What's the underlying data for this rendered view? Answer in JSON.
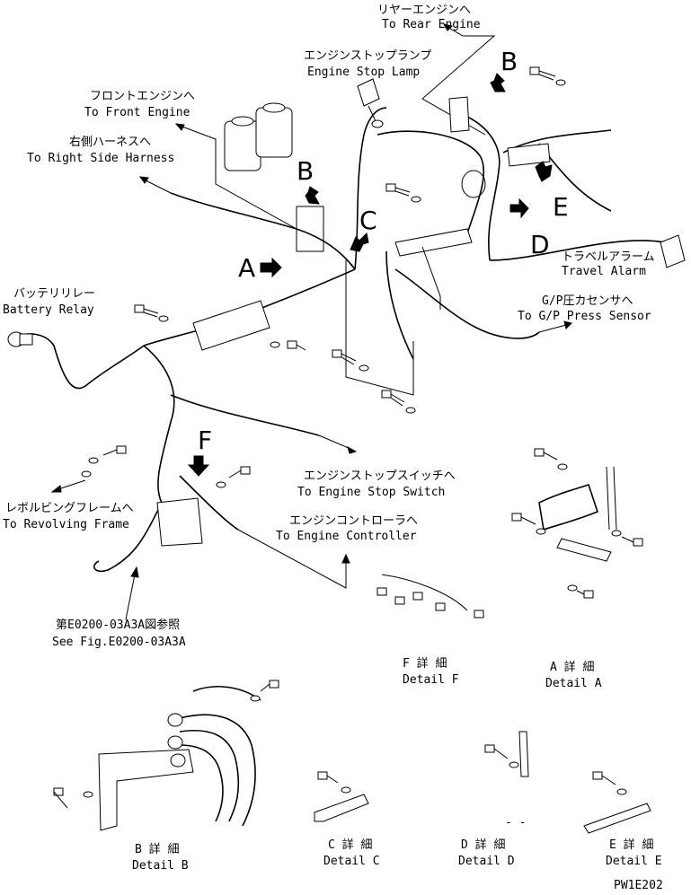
{
  "labels": {
    "rear_engine_jp": "リヤーエンジンへ",
    "rear_engine_en": "To Rear Engine",
    "engine_stop_lamp_jp": "エンジンストップランプ",
    "engine_stop_lamp_en": "Engine Stop Lamp",
    "front_engine_jp": "フロントエンジンへ",
    "front_engine_en": "To Front Engine",
    "right_harness_jp": "右側ハーネスへ",
    "right_harness_en": "To Right Side Harness",
    "battery_relay_jp": "バッテリリレー",
    "battery_relay_en": "Battery Relay",
    "travel_alarm_jp": "トラベルアラーム",
    "travel_alarm_en": "Travel Alarm",
    "gp_sensor_jp": "G/P圧カセンサへ",
    "gp_sensor_en": "To G/P Press Sensor",
    "stop_switch_jp": "エンジンストップスイッチへ",
    "stop_switch_en": "To Engine Stop Switch",
    "revolving_jp": "レボルビングフレームへ",
    "revolving_en": "To Revolving Frame",
    "controller_jp": "エンジンコントローラへ",
    "controller_en": "To Engine Controller",
    "see_fig_jp": "第E0200-03A3A図参照",
    "see_fig_en": "See Fig.E0200-03A3A",
    "detail_f_jp": "F 詳 細",
    "detail_f_en": "Detail F",
    "detail_a_jp": "A 詳 細",
    "detail_a_en": "Detail A",
    "detail_b_jp": "B 詳 細",
    "detail_b_en": "Detail B",
    "detail_c_jp": "C 詳 細",
    "detail_c_en": "Detail C",
    "detail_d_jp": "D 詳 細",
    "detail_d_en": "Detail D",
    "detail_e_jp": "E 詳 細",
    "detail_e_en": "Detail E",
    "dash_mark": "- -",
    "drawing_code": "PW1E202"
  },
  "view_letters": {
    "a": "A",
    "b_top": "B",
    "b_mid": "B",
    "c": "C",
    "d": "D",
    "e": "E",
    "f": "F"
  }
}
